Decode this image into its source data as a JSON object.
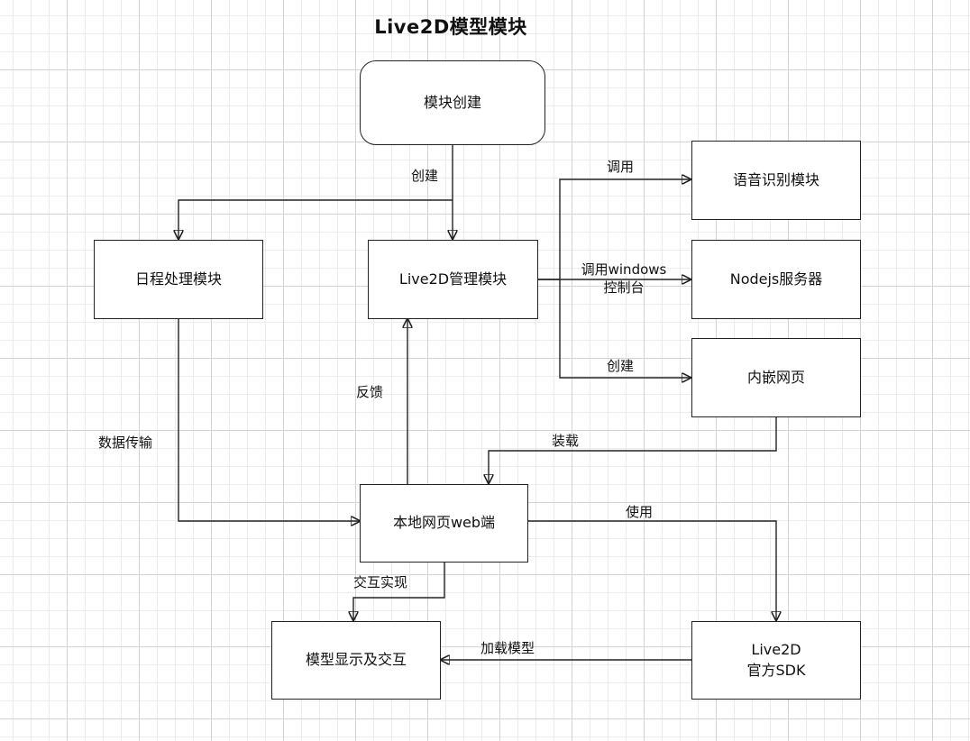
{
  "title": "Live2D模型模块",
  "nodes": {
    "module_create": "模块创建",
    "schedule": "日程处理模块",
    "live2d_manager": "Live2D管理模块",
    "speech": "语音识别模块",
    "nodejs": "Nodejs服务器",
    "embedded_page": "内嵌网页",
    "local_web": "本地网页web端",
    "model_display": "模型显示及交互",
    "live2d_sdk": "Live2D\n官方SDK"
  },
  "edge_labels": {
    "create_top": "创建",
    "call_speech": "调用",
    "call_windows_console": "调用windows\n控制台",
    "create_embedded": "创建",
    "feedback": "反馈",
    "data_transfer": "数据传输",
    "load": "装载",
    "use": "使用",
    "interaction": "交互实现",
    "load_model": "加载模型"
  }
}
